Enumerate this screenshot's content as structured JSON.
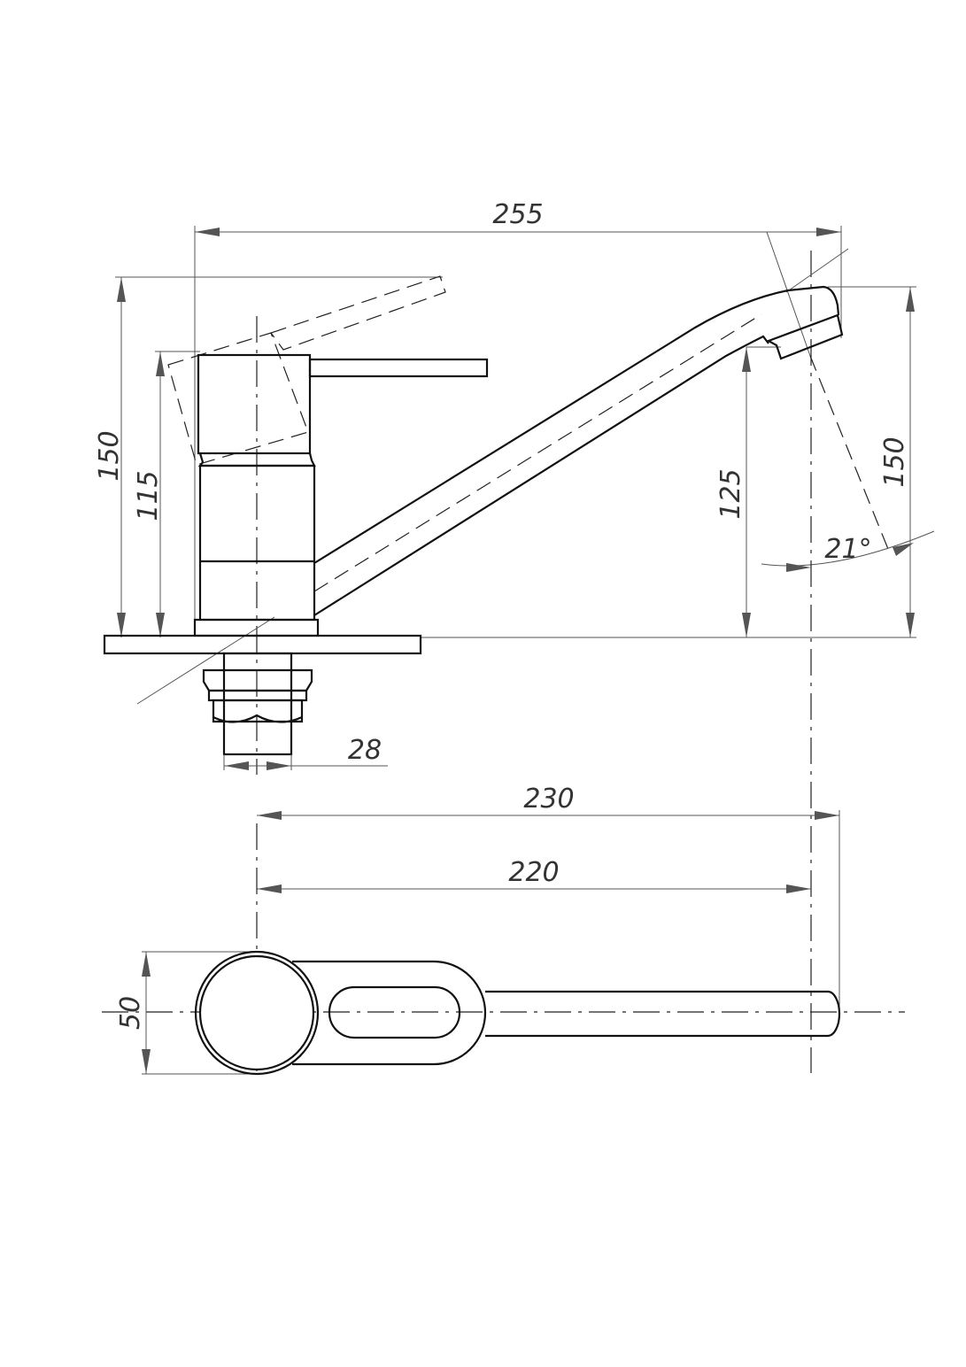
{
  "drawing": {
    "dimensions": {
      "overall_length": "255",
      "lever_raised_height": "150",
      "body_height": "115",
      "spout_outlet_height": "125",
      "spout_top_height": "150",
      "outlet_angle": "21°",
      "shank_diameter": "28",
      "spout_reach_total": "230",
      "spout_reach_axis": "220",
      "body_width": "50"
    }
  }
}
